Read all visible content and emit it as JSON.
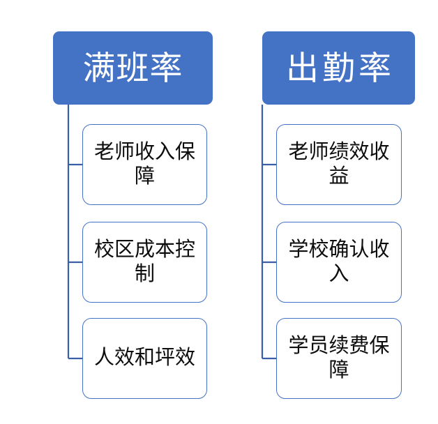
{
  "diagram": {
    "type": "hierarchy",
    "orientation": "two-column",
    "theme": {
      "header_fill": "#4472C4",
      "header_text": "#FFFFFF",
      "child_fill": "#FFFFFF",
      "child_border": "#4472C4",
      "child_text": "#0D0D0D",
      "connector": "#3A5FA8",
      "background": "#FFFFFF"
    },
    "branches": [
      {
        "id": "full-class-rate",
        "header": "满班率",
        "children": [
          {
            "id": "teacher-income-guarantee",
            "label": "老师收入保障"
          },
          {
            "id": "campus-cost-control",
            "label": "校区成本控制"
          },
          {
            "id": "labor-and-space-efficiency",
            "label": "人效和坪效"
          }
        ]
      },
      {
        "id": "attendance-rate",
        "header": "出勤率",
        "children": [
          {
            "id": "teacher-performance-earnings",
            "label": "老师绩效收益"
          },
          {
            "id": "school-recognized-revenue",
            "label": "学校确认收入"
          },
          {
            "id": "student-renewal-guarantee",
            "label": "学员续费保障"
          }
        ]
      }
    ]
  }
}
